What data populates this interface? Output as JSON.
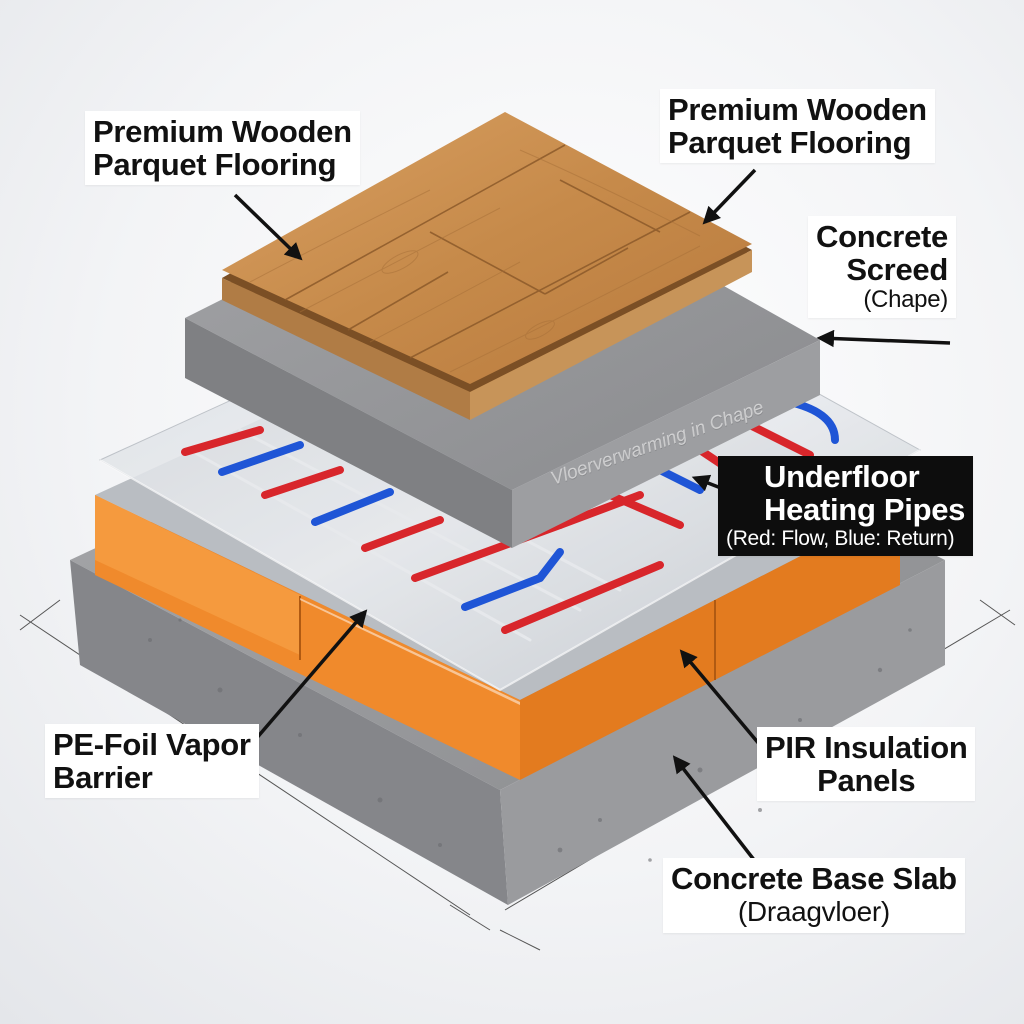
{
  "labels": {
    "parquet_left": {
      "line1": "Premium Wooden",
      "line2": "Parquet Flooring"
    },
    "parquet_right": {
      "line1": "Premium Wooden",
      "line2": "Parquet Flooring"
    },
    "screed": {
      "line1": "Concrete",
      "line2": "Screed",
      "sub": "(Chape)"
    },
    "heating": {
      "line1": "Underfloor",
      "line2": "Heating Pipes",
      "sub": "(Red: Flow, Blue: Return)"
    },
    "vapor": {
      "line1": "PE-Foil Vapor",
      "line2": "Barrier"
    },
    "insulation": {
      "line1": "PIR Insulation",
      "line2": "Panels"
    },
    "base": {
      "line1": "Concrete Base Slab",
      "sub": "(Draagvloer)"
    }
  },
  "screed_engraving": "Vloerverwarming in Chape",
  "colors": {
    "pipe_flow": "#d8262b",
    "pipe_return": "#1f55d6",
    "insulation": "#f08a2c",
    "wood": "#c98a4a",
    "screed": "#8e8f92",
    "slab": "#8f9093",
    "label_dark": "#0d0d0d"
  }
}
